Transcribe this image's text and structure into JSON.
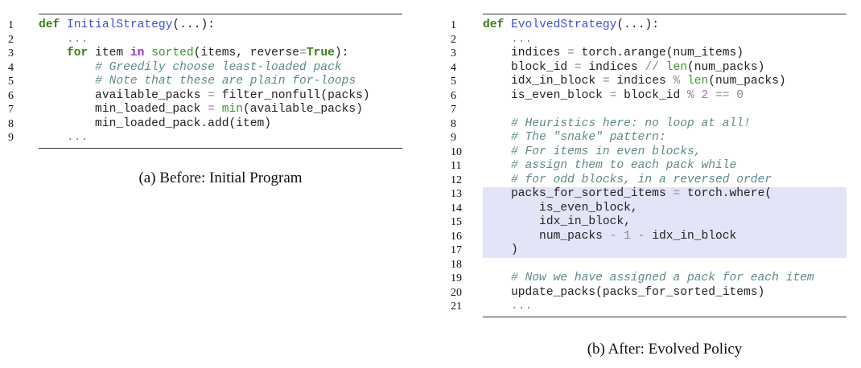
{
  "before": {
    "caption": "(a) Before: Initial Program",
    "lines": [
      [
        [
          "def",
          "kw"
        ],
        [
          " "
        ],
        [
          "InitialStrategy",
          "fn"
        ],
        [
          "(...):"
        ]
      ],
      [
        [
          "    "
        ],
        [
          "...",
          "op"
        ]
      ],
      [
        [
          "    "
        ],
        [
          "for",
          "kw"
        ],
        [
          " item "
        ],
        [
          "in",
          "kw2"
        ],
        [
          " "
        ],
        [
          "sorted",
          "bi"
        ],
        [
          "(items, reverse"
        ],
        [
          "=",
          "op"
        ],
        [
          "True",
          "kw"
        ],
        [
          "):"
        ]
      ],
      [
        [
          "        "
        ],
        [
          "# Greedily choose least-loaded pack",
          "cm"
        ]
      ],
      [
        [
          "        "
        ],
        [
          "# Note that these are plain for-loops",
          "cm"
        ]
      ],
      [
        [
          "        available_packs "
        ],
        [
          "=",
          "op"
        ],
        [
          " filter_nonfull(packs)"
        ]
      ],
      [
        [
          "        min_loaded_pack "
        ],
        [
          "=",
          "op"
        ],
        [
          " "
        ],
        [
          "min",
          "bi"
        ],
        [
          "(available_packs)"
        ]
      ],
      [
        [
          "        min_loaded_pack.add(item)"
        ]
      ],
      [
        [
          "    "
        ],
        [
          "...",
          "op"
        ]
      ]
    ]
  },
  "after": {
    "caption": "(b) After: Evolved Policy",
    "highlight_lines": [
      13,
      14,
      15,
      16,
      17
    ],
    "lines": [
      [
        [
          "def",
          "kw"
        ],
        [
          " "
        ],
        [
          "EvolvedStrategy",
          "fn"
        ],
        [
          "(...):"
        ]
      ],
      [
        [
          "    "
        ],
        [
          "...",
          "op"
        ]
      ],
      [
        [
          "    indices "
        ],
        [
          "=",
          "op"
        ],
        [
          " torch.arange(num_items)"
        ]
      ],
      [
        [
          "    block_id "
        ],
        [
          "=",
          "op"
        ],
        [
          " indices "
        ],
        [
          "//",
          "op"
        ],
        [
          " "
        ],
        [
          "len",
          "bi"
        ],
        [
          "(num_packs)"
        ]
      ],
      [
        [
          "    idx_in_block "
        ],
        [
          "=",
          "op"
        ],
        [
          " indices "
        ],
        [
          "%",
          "op"
        ],
        [
          " "
        ],
        [
          "len",
          "bi"
        ],
        [
          "(num_packs)"
        ]
      ],
      [
        [
          "    is_even_block "
        ],
        [
          "=",
          "op"
        ],
        [
          " block_id "
        ],
        [
          "% 2 == 0",
          "op"
        ]
      ],
      [
        [
          ""
        ]
      ],
      [
        [
          "    "
        ],
        [
          "# Heuristics here: no loop at all!",
          "cm"
        ]
      ],
      [
        [
          "    "
        ],
        [
          "# The \"snake\" pattern:",
          "cm"
        ]
      ],
      [
        [
          "    "
        ],
        [
          "# For items in even blocks,",
          "cm"
        ]
      ],
      [
        [
          "    "
        ],
        [
          "# assign them to each pack while",
          "cm"
        ]
      ],
      [
        [
          "    "
        ],
        [
          "# for odd blocks, in a reversed order",
          "cm"
        ]
      ],
      [
        [
          "    packs_for_sorted_items "
        ],
        [
          "=",
          "op"
        ],
        [
          " torch.where("
        ]
      ],
      [
        [
          "        is_even_block,"
        ]
      ],
      [
        [
          "        idx_in_block,"
        ]
      ],
      [
        [
          "        num_packs "
        ],
        [
          "- 1 -",
          "op"
        ],
        [
          " idx_in_block"
        ]
      ],
      [
        [
          "    )"
        ]
      ],
      [
        [
          ""
        ]
      ],
      [
        [
          "    "
        ],
        [
          "# Now we have assigned a pack for each item",
          "cm"
        ]
      ],
      [
        [
          "    update_packs(packs_for_sorted_items)"
        ]
      ],
      [
        [
          "    "
        ],
        [
          "...",
          "op"
        ]
      ]
    ]
  }
}
